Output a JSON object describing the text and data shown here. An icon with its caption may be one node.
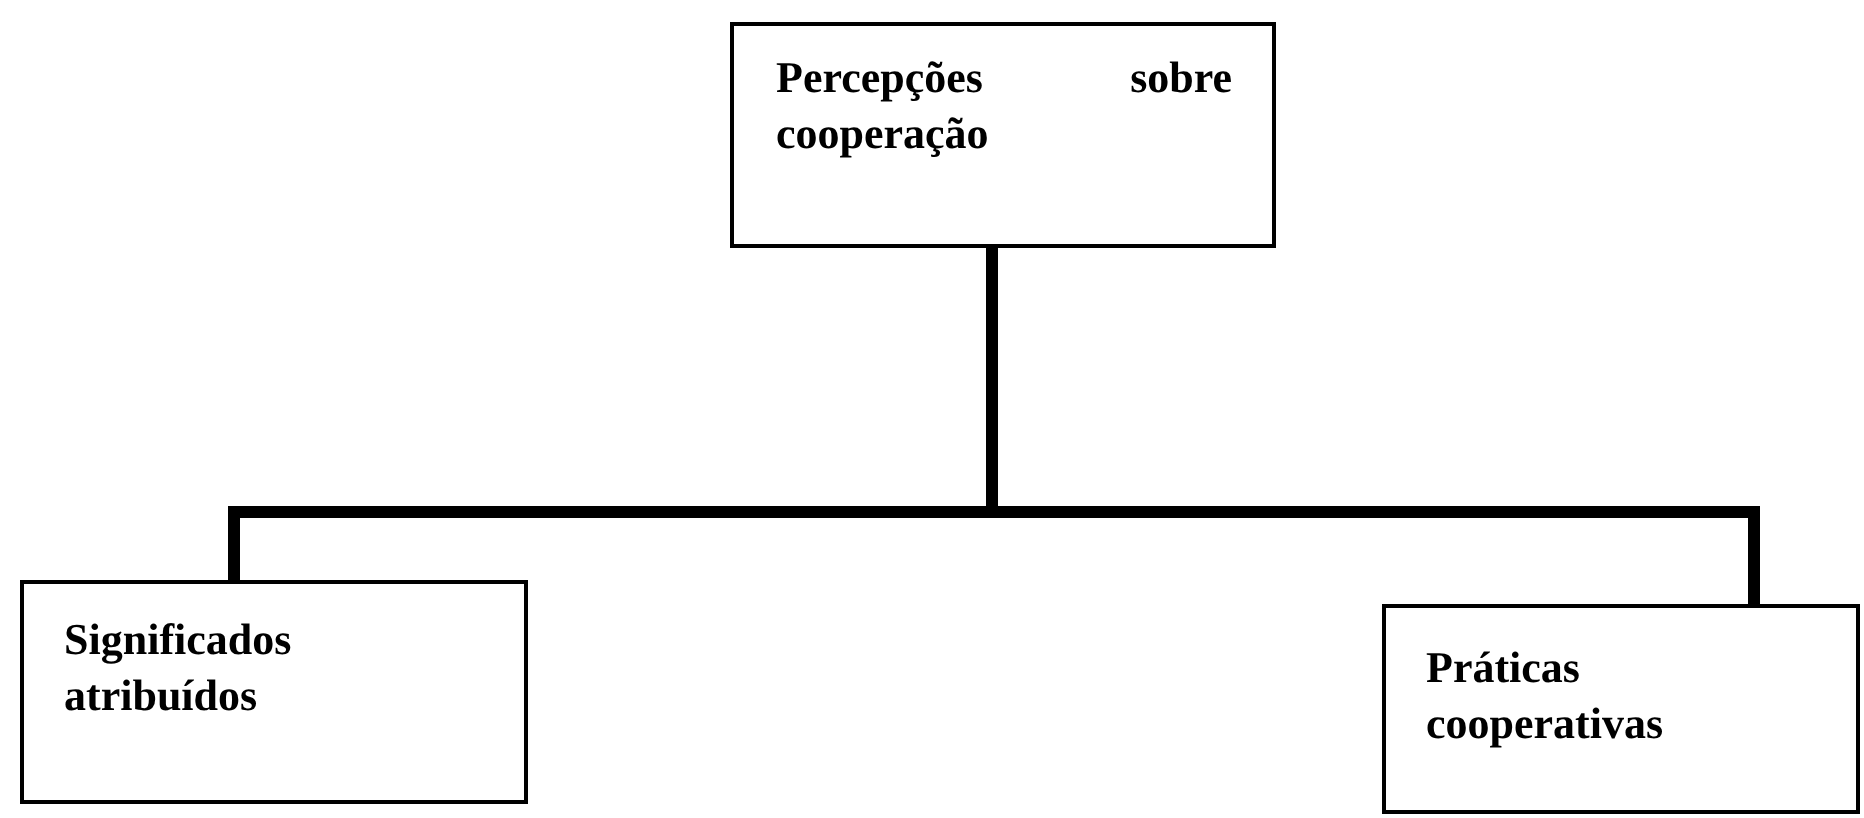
{
  "diagram": {
    "nodes": [
      {
        "text": [
          "Percepções sobre cooperação"
        ]
      },
      {
        "text": [
          "Significados atribuídos"
        ]
      },
      {
        "text": [
          "Práticas cooperativas"
        ]
      }
    ],
    "edges": [
      {
        "from": 0,
        "to": 1,
        "arrow": "none"
      },
      {
        "from": 0,
        "to": 2,
        "arrow": "none"
      }
    ]
  }
}
